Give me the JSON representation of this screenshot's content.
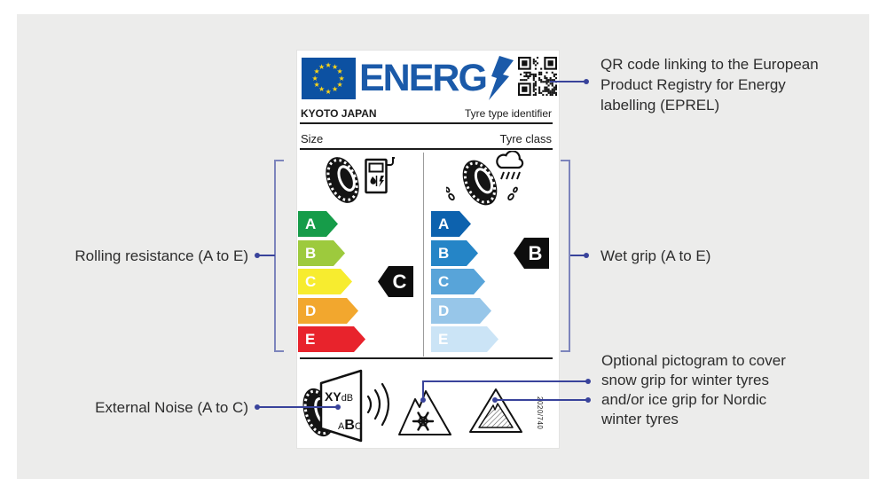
{
  "header": {
    "logo_text": "ENERG",
    "brand": "KYOTO JAPAN",
    "type_identifier": "Tyre type identifier",
    "size_label": "Size",
    "class_label": "Tyre class"
  },
  "rolling_resistance": {
    "rating": "C",
    "grades": [
      {
        "letter": "A",
        "color": "#169c49",
        "width": 45
      },
      {
        "letter": "B",
        "color": "#9dca3d",
        "width": 53
      },
      {
        "letter": "C",
        "color": "#f7ec2f",
        "width": 61
      },
      {
        "letter": "D",
        "color": "#f2a72e",
        "width": 68
      },
      {
        "letter": "E",
        "color": "#e8232c",
        "width": 76
      }
    ]
  },
  "wet_grip": {
    "rating": "B",
    "grades": [
      {
        "letter": "A",
        "color": "#0d62ae",
        "width": 45
      },
      {
        "letter": "B",
        "color": "#2585c7",
        "width": 53
      },
      {
        "letter": "C",
        "color": "#58a4d9",
        "width": 61
      },
      {
        "letter": "D",
        "color": "#97c6e9",
        "width": 68
      },
      {
        "letter": "E",
        "color": "#cbe4f6",
        "width": 76
      }
    ]
  },
  "noise": {
    "value": "XY",
    "unit": "dB",
    "classes": [
      "A",
      "B",
      "C"
    ]
  },
  "regulation": "2020/740",
  "callouts": {
    "qr": {
      "lines": [
        "QR code linking to the European",
        "Product Registry for Energy",
        "labelling (EPREL)"
      ]
    },
    "rolling": "Rolling resistance (A to E)",
    "wet": "Wet grip (A to E)",
    "noise": "External Noise (A to C)",
    "winter": {
      "lines": [
        "Optional pictogram to cover",
        "snow grip for winter tyres",
        "and/or ice grip for Nordic",
        "winter tyres"
      ]
    }
  },
  "icons": {
    "star": "★"
  },
  "colors": {
    "connector": "#39439b",
    "bracket": "#7d85bc",
    "logo_blue": "#1b5aa9",
    "flag_blue": "#0c51a2",
    "star_yellow": "#ffd617",
    "panel_bg": "#ececeb",
    "text": "#2d2d2d"
  }
}
